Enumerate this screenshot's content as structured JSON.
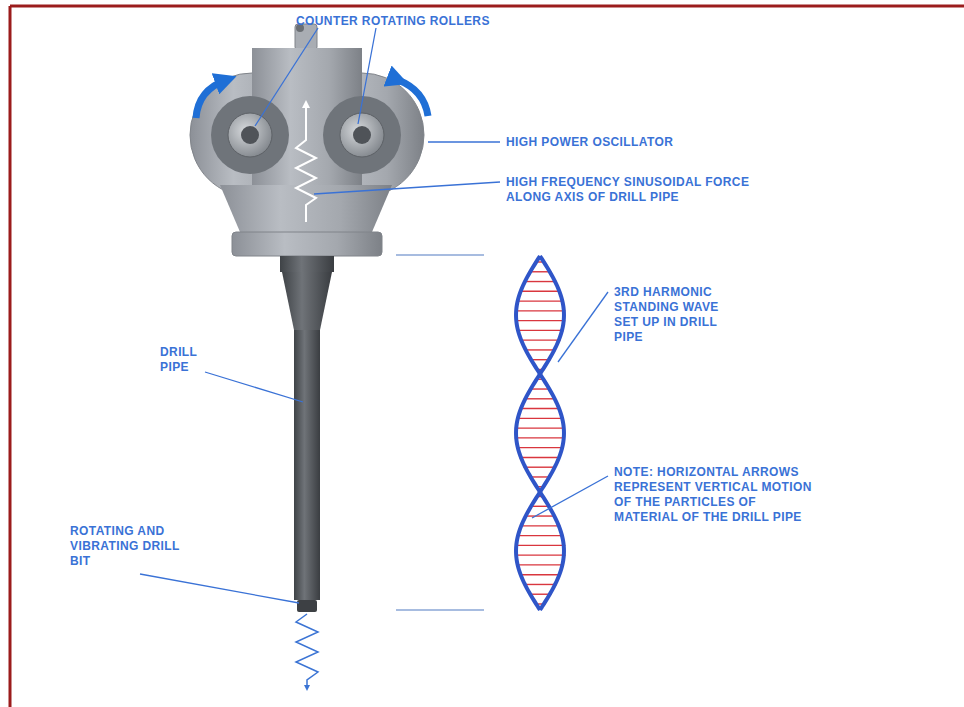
{
  "diagram": {
    "labels": [
      "COUNTER ROTATING ROLLERS",
      "HIGH POWER OSCILLATOR",
      "HIGH FREQUENCY SINUSOIDAL FORCE ALONG AXIS OF DRILL PIPE",
      "3RD HARMONIC STANDING WAVE SET UP IN DRILL PIPE",
      "DRILL PIPE",
      "NOTE: HORIZONTAL ARROWS REPRESENT VERTICAL MOTION OF THE PARTICLES OF MATERIAL OF THE DRILL PIPE",
      "ROTATING AND VIBRATING DRILL BIT"
    ]
  }
}
